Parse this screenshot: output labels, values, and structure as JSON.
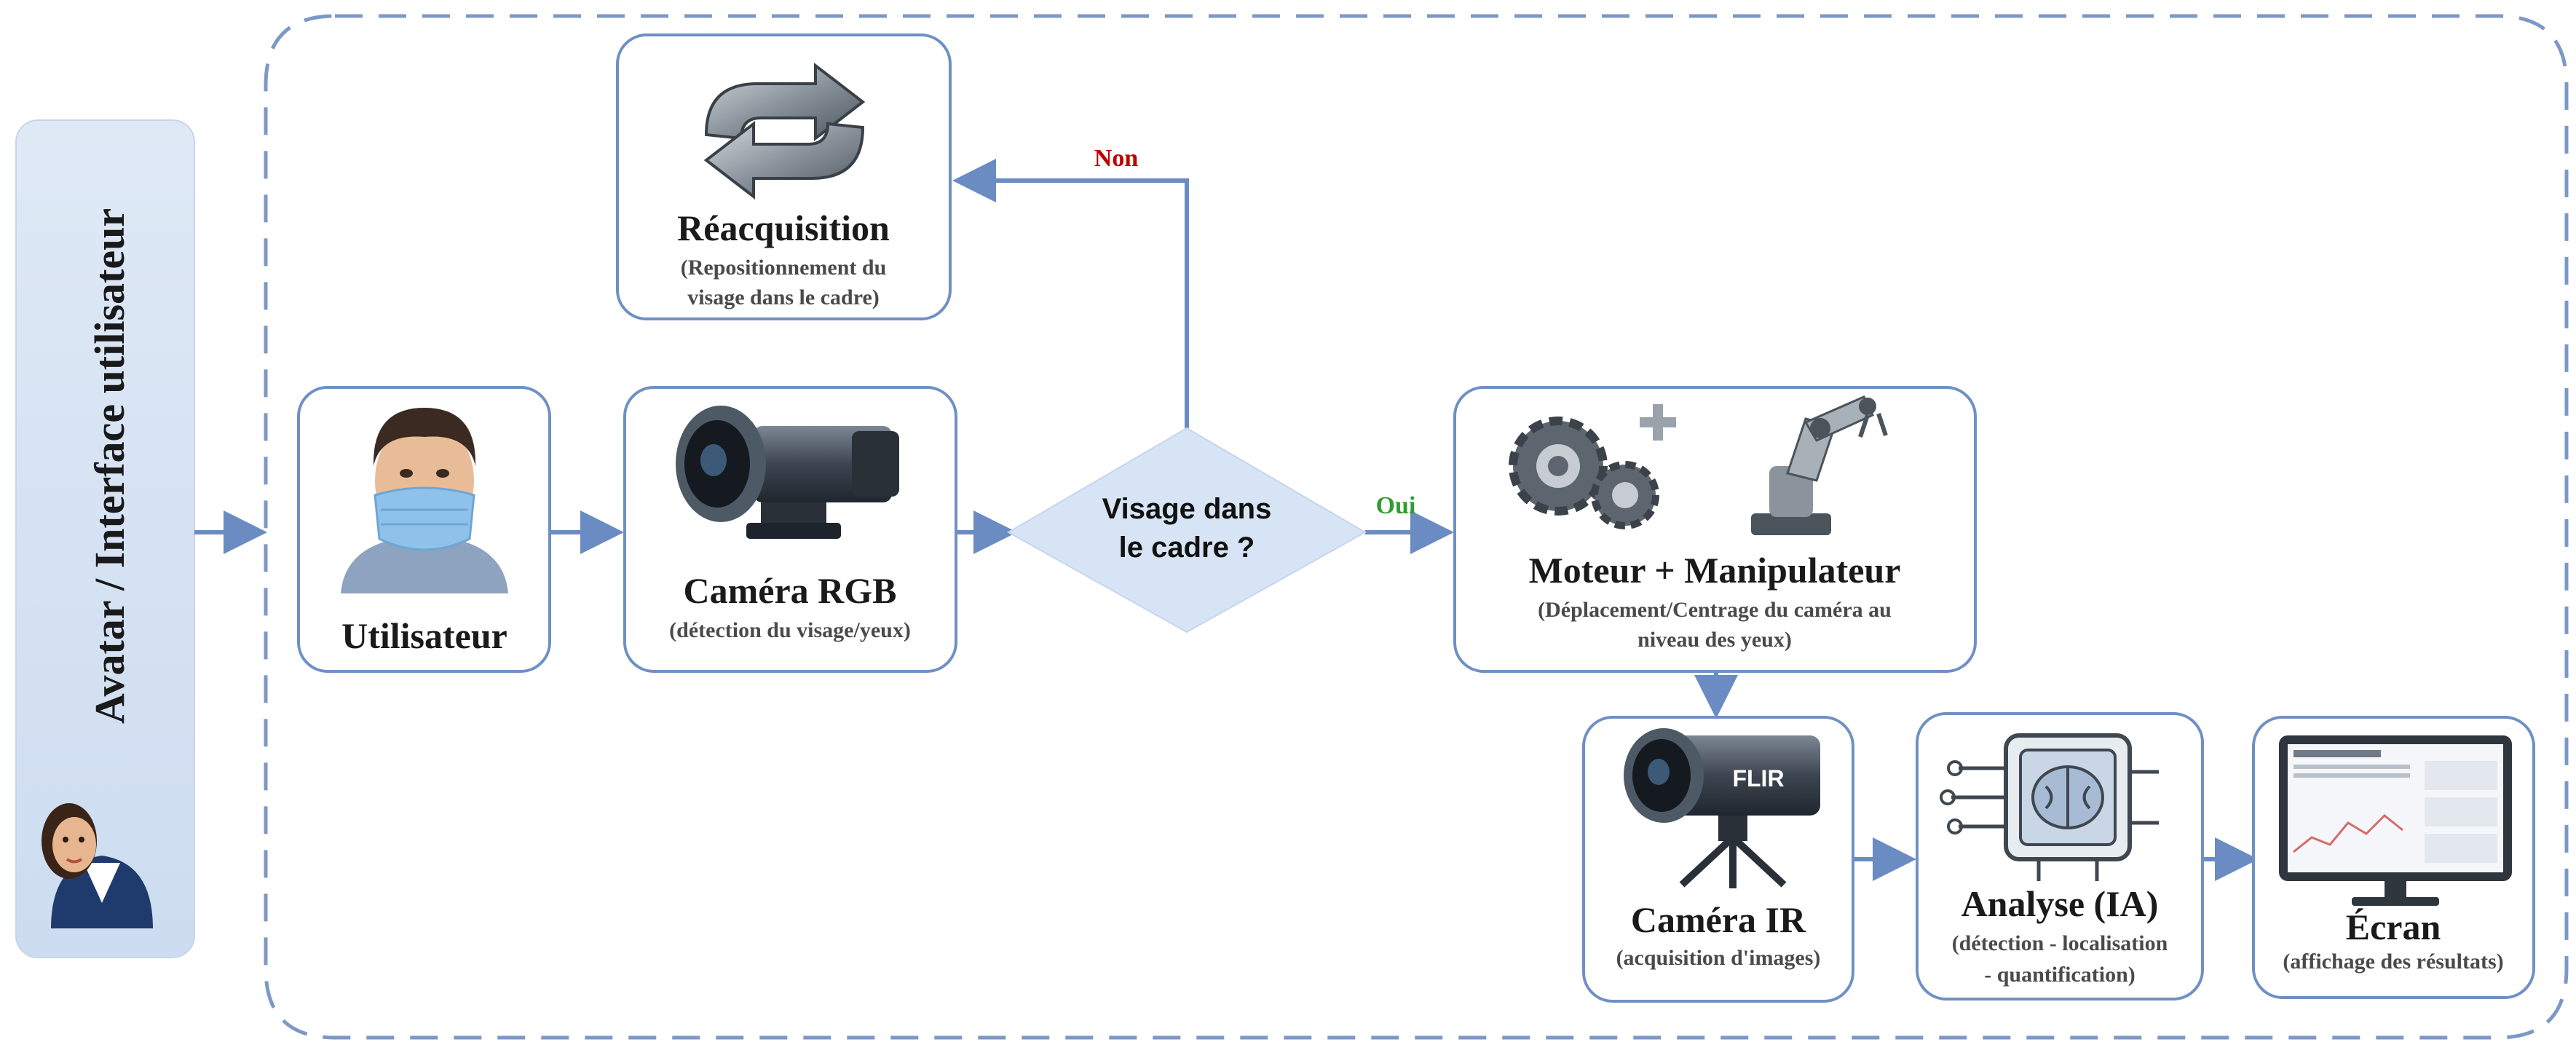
{
  "sidebar": {
    "label": "Avatar / Interface utilisateur",
    "avatar_icon": "assistant-avatar-icon"
  },
  "nodes": {
    "user": {
      "title": "Utilisateur",
      "icon": "masked-user-icon"
    },
    "rgb_camera": {
      "title": "Caméra RGB",
      "subtitle": "(détection du visage/yeux)",
      "icon": "rgb-camera-icon"
    },
    "decision": {
      "line1": "Visage dans",
      "line2": "le cadre ?"
    },
    "reacquisition": {
      "title": "Réacquisition",
      "subtitle_line1": "(Repositionnement du",
      "subtitle_line2": "visage dans le cadre)",
      "icon": "refresh-arrows-icon"
    },
    "motor": {
      "title": "Moteur + Manipulateur",
      "subtitle_line1": "(Déplacement/Centrage du caméra au",
      "subtitle_line2": "niveau des yeux)",
      "icon": "gears-robot-arm-icon"
    },
    "ir_camera": {
      "title": "Caméra IR",
      "subtitle": "(acquisition d'images)",
      "icon": "flir-camera-icon",
      "brand": "FLIR"
    },
    "analysis": {
      "title": "Analyse (IA)",
      "subtitle_line1": "(détection - localisation",
      "subtitle_line2": "- quantification)",
      "icon": "ai-brain-chip-icon"
    },
    "screen": {
      "title": "Écran",
      "subtitle": "(affichage des résultats)",
      "icon": "monitor-dashboard-icon"
    }
  },
  "edges": {
    "no_label": "Non",
    "yes_label": "Oui"
  },
  "colors": {
    "box_border": "#6f90c4",
    "arrow": "#6a8cc2",
    "sidebar_fill": "#dbe6f4",
    "decision_fill": "#d6e4f5",
    "no_color": "#c00000",
    "yes_color": "#2e9e2e"
  }
}
